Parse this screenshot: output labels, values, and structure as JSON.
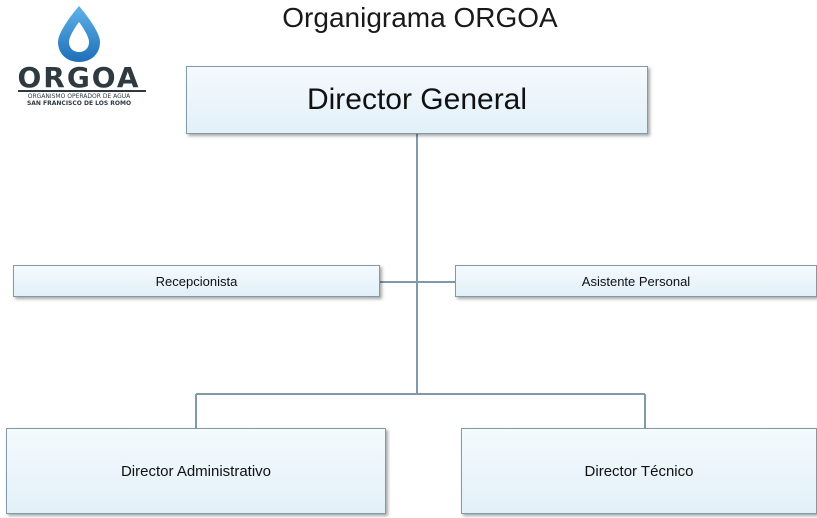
{
  "title": "Organigrama ORGOA",
  "logo": {
    "word": "ORGOA",
    "line1": "ORGANISMO OPERADOR DE AGUA",
    "line2": "SAN FRANCISCO DE LOS ROMO",
    "colors": {
      "drop_outer": "#2b8fd6",
      "drop_inner": "#ffffff",
      "text": "#2f3a40"
    }
  },
  "org": {
    "director_general": "Director General",
    "recepcionista": "Recepcionista",
    "asistente_personal": "Asistente Personal",
    "director_administrativo": "Director Administrativo",
    "director_tecnico": "Director Técnico"
  },
  "colors": {
    "box_border": "#7f9aa8",
    "box_fill_top": "#f4fafd",
    "box_fill_bottom": "#e2f0f8",
    "connector": "#7f9aa8"
  }
}
